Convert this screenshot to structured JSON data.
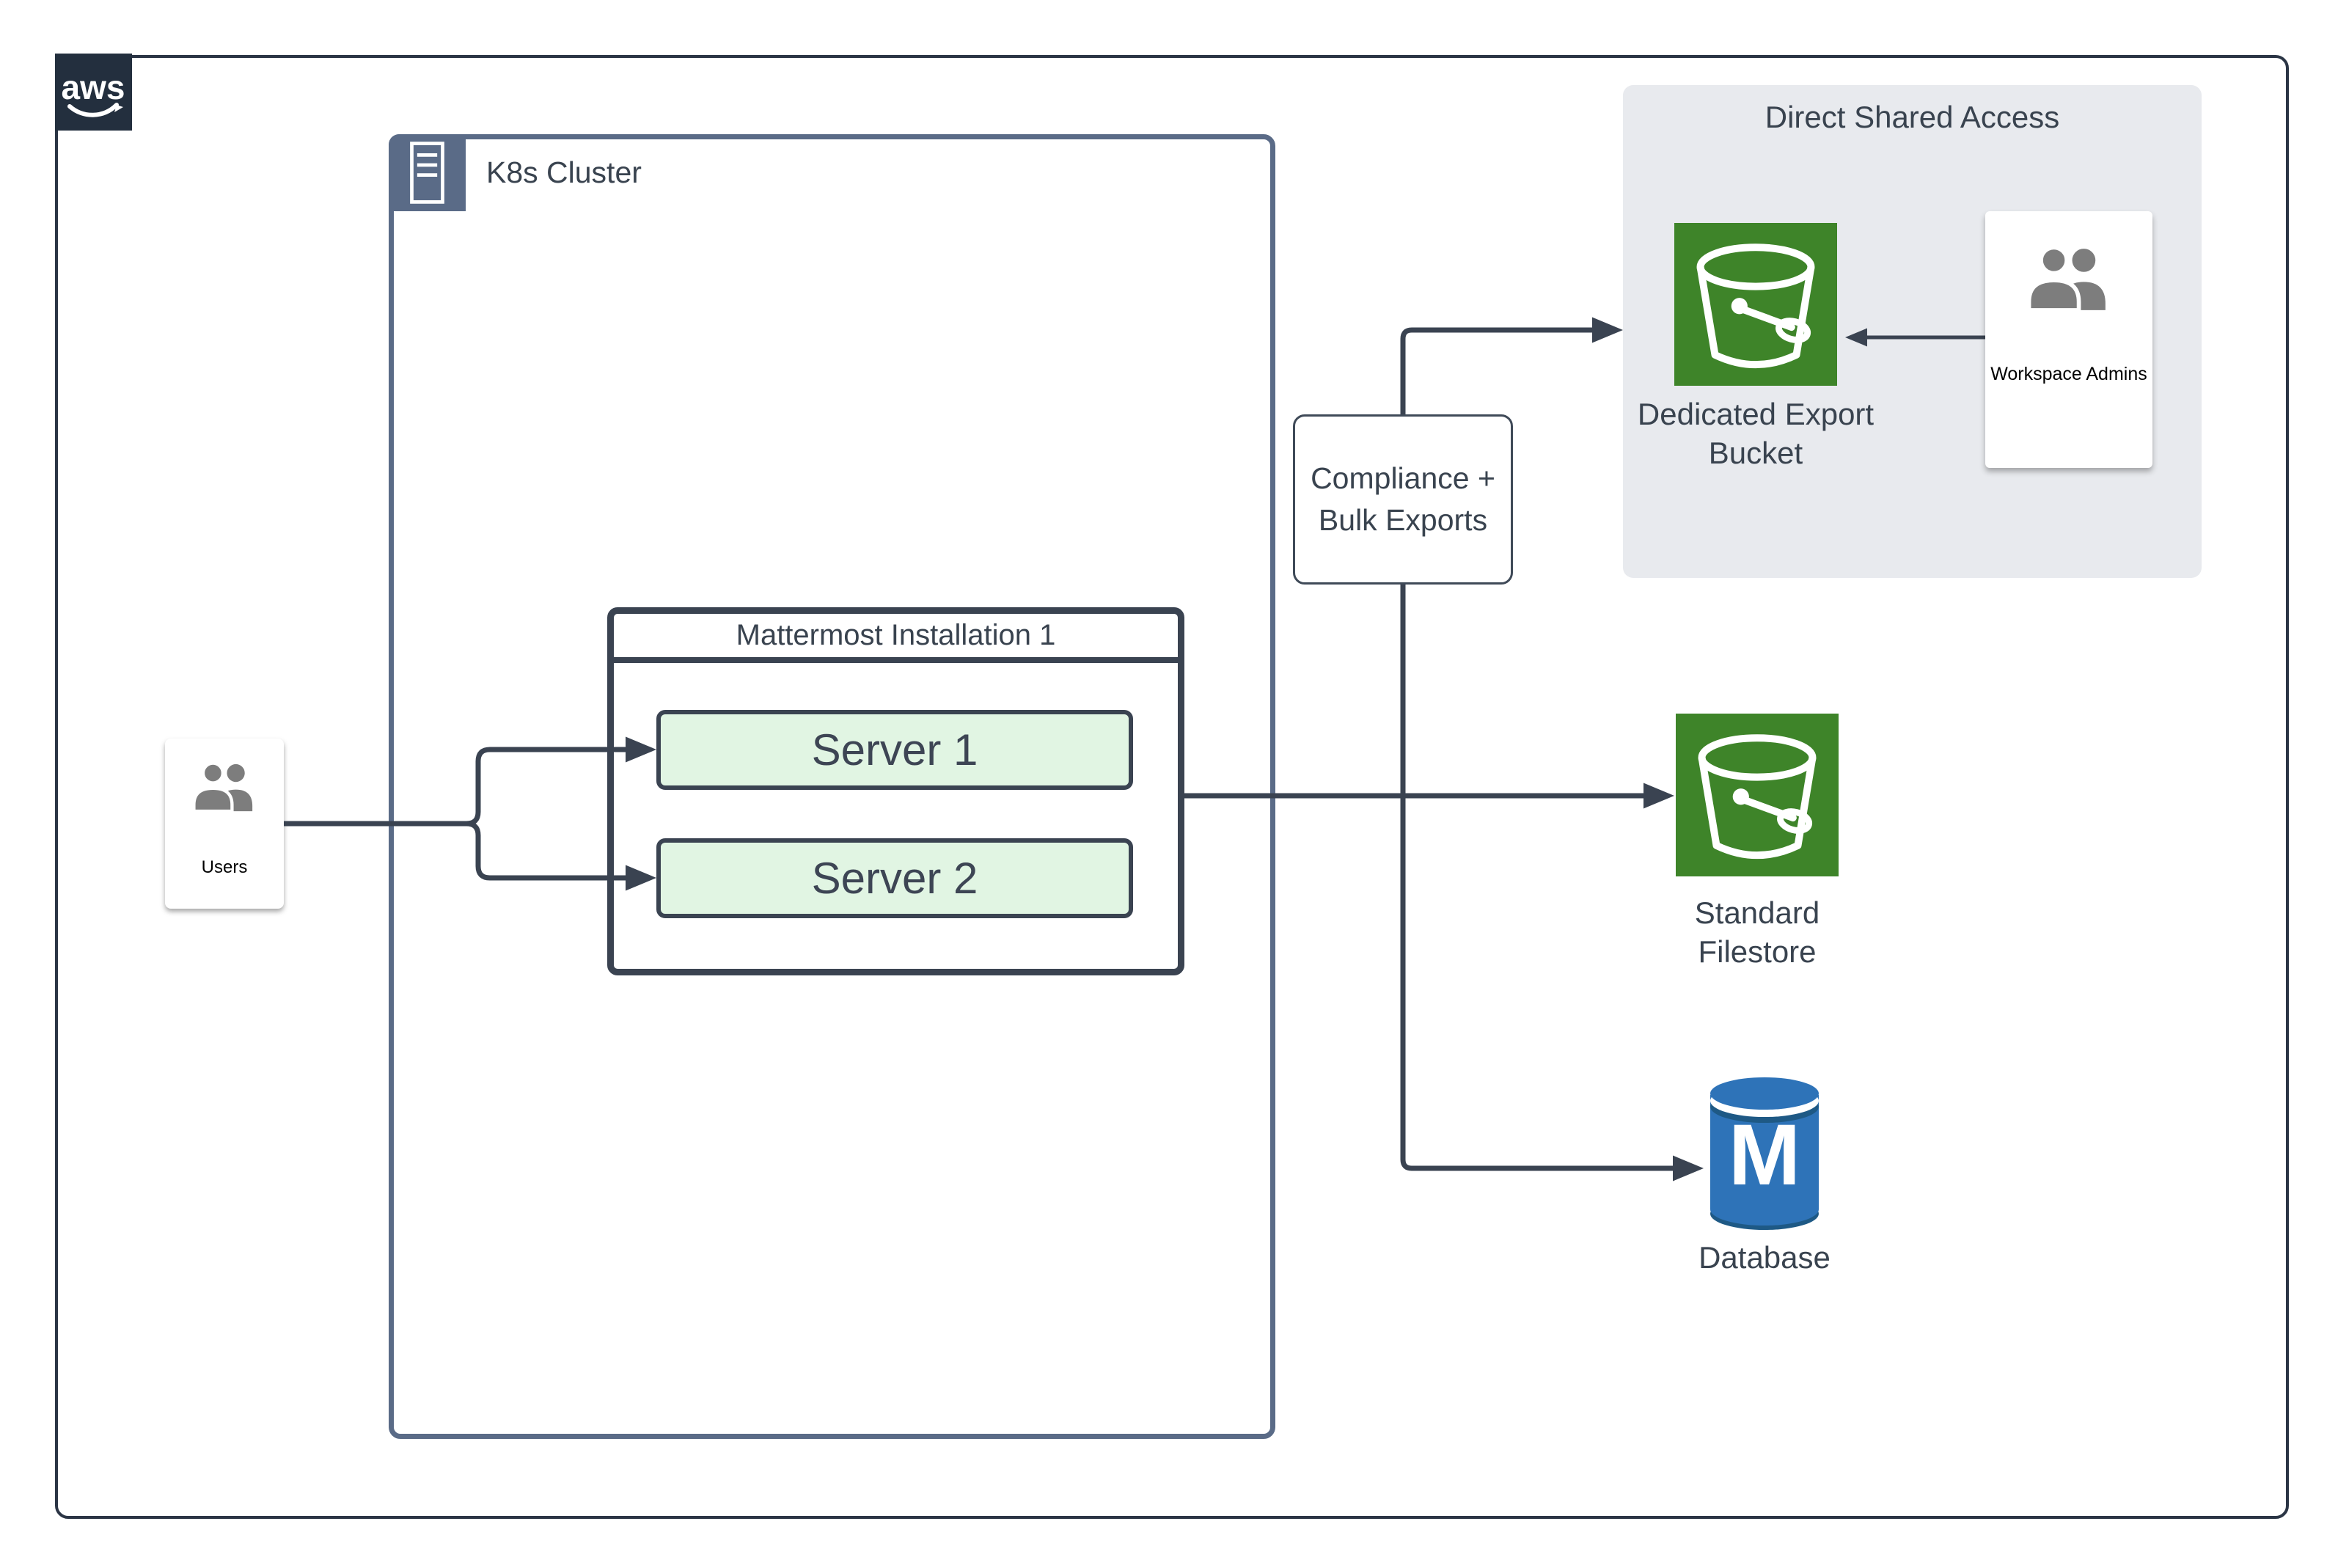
{
  "aws_logo": {
    "text": "aws"
  },
  "k8s_cluster": {
    "label": "K8s Cluster"
  },
  "mattermost": {
    "title": "Mattermost Installation 1",
    "servers": [
      {
        "label": "Server 1"
      },
      {
        "label": "Server 2"
      }
    ]
  },
  "users": {
    "label": "Users"
  },
  "compliance": {
    "line1": "Compliance +",
    "line2": "Bulk Exports"
  },
  "direct_shared_access": {
    "title": "Direct Shared Access",
    "bucket_line1": "Dedicated Export",
    "bucket_line2": "Bucket",
    "admins_label": "Workspace Admins"
  },
  "standard_filestore": {
    "line1": "Standard",
    "line2": "Filestore"
  },
  "database": {
    "label": "Database",
    "letter": "M"
  },
  "colors": {
    "connector_dark": "#3A4351",
    "k8s_border_slate": "#5A6B87",
    "s3_green": "#3E8429",
    "database_blue": "#2E73B8",
    "database_dark_blue": "#1E5985",
    "panel_gray": "#E8EAEE",
    "server_fill_green": "#E1F5E3",
    "aws_navy": "#232F3E",
    "people_gray": "#7D7D7D"
  }
}
